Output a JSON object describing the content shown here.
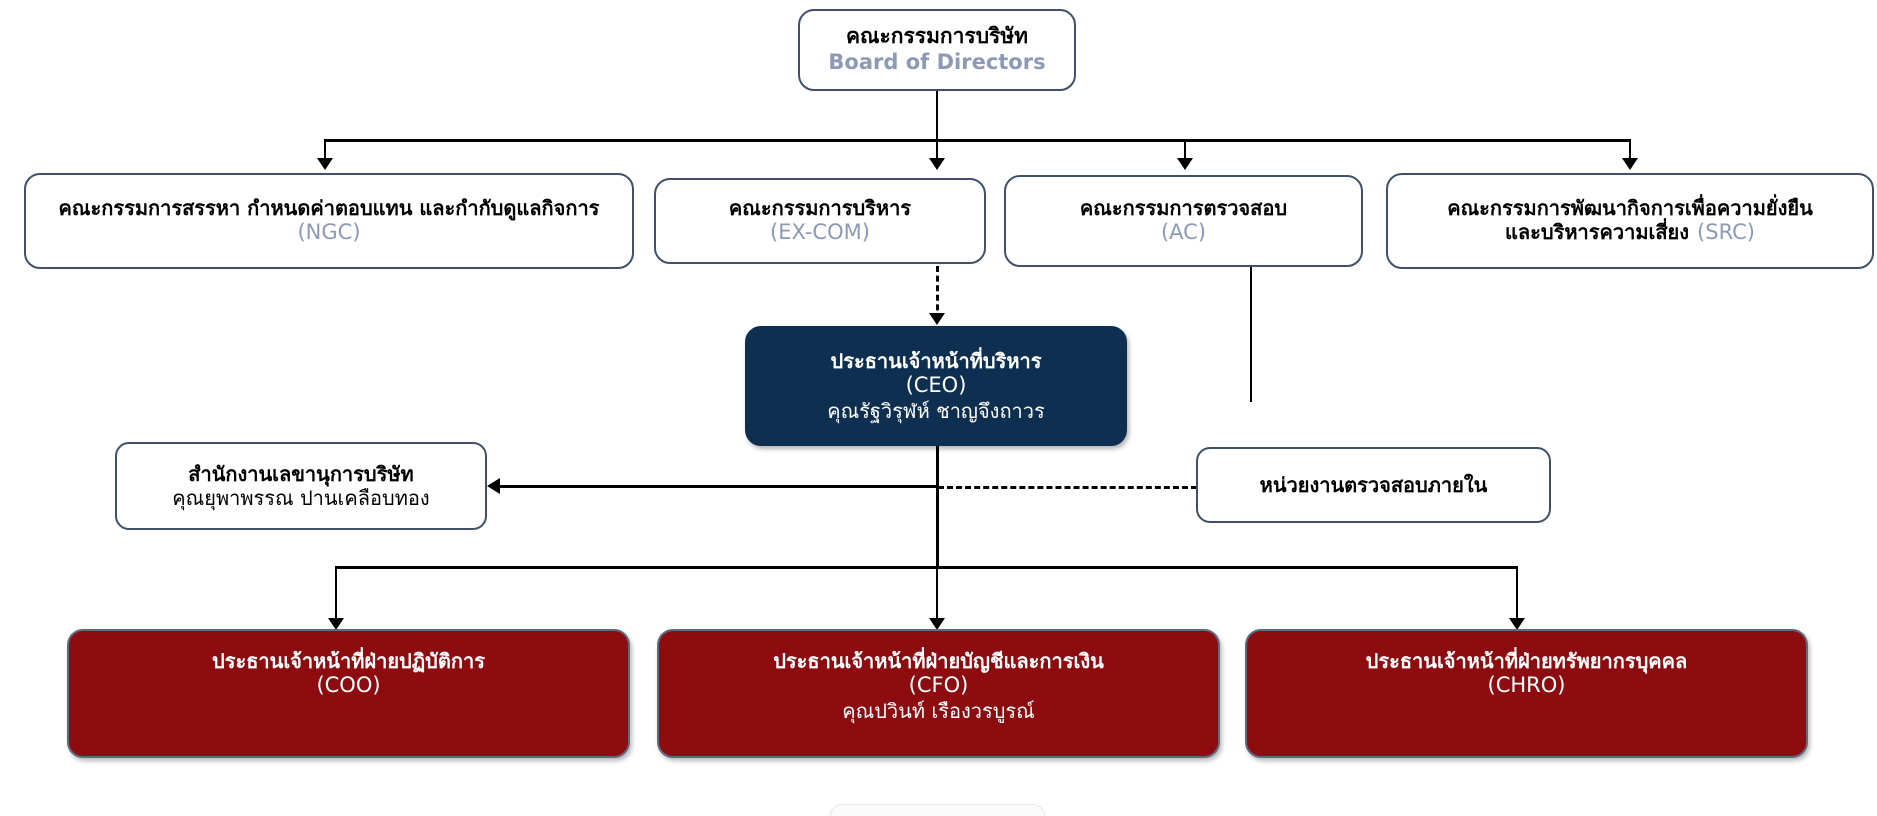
{
  "diagram": {
    "title": "Organization Chart",
    "colors": {
      "navy": "#0e2f4f",
      "red": "#8d0c0f",
      "border": "#3f5068",
      "muted_blue_text": "#8c9ab5",
      "line": "#000000",
      "background": "#ffffff"
    }
  },
  "board": {
    "th": "คณะกรรมการบริษัท",
    "en": "Board of Directors"
  },
  "committees": [
    {
      "th": "คณะกรรมการสรรหา กำหนดค่าตอบแทน และกำกับดูแลกิจการ",
      "code": "(NGC)"
    },
    {
      "th": "คณะกรรมการบริหาร",
      "code": "(EX-COM)"
    },
    {
      "th": "คณะกรรมการตรวจสอบ",
      "code": "(AC)"
    },
    {
      "th_line1": "คณะกรรมการพัฒนากิจการเพื่อความยั่งยืน",
      "th_line2": "และบริหารความเสี่ยง",
      "code": "(SRC)"
    }
  ],
  "ceo": {
    "th": "ประธานเจ้าหน้าที่บริหาร",
    "code": "(CEO)",
    "person": "คุณรัฐวิรุฬห์ ชาญจึงถาวร"
  },
  "company_secretary": {
    "th": "สำนักงานเลขานุการบริษัท",
    "person": "คุณยุพาพรรณ ปานเคลือบทอง"
  },
  "internal_audit": {
    "th": "หน่วยงานตรวจสอบภายใน"
  },
  "executives": [
    {
      "th": "ประธานเจ้าหน้าที่ฝ่ายปฏิบัติการ",
      "code": "(COO)",
      "person": ""
    },
    {
      "th": "ประธานเจ้าหน้าที่ฝ่ายบัญชีและการเงิน",
      "code": "(CFO)",
      "person": "คุณปวินท์ เรืองวรบูรณ์"
    },
    {
      "th": "ประธานเจ้าหน้าที่ฝ่ายทรัพยากรบุคคล",
      "code": "(CHRO)",
      "person": ""
    }
  ]
}
